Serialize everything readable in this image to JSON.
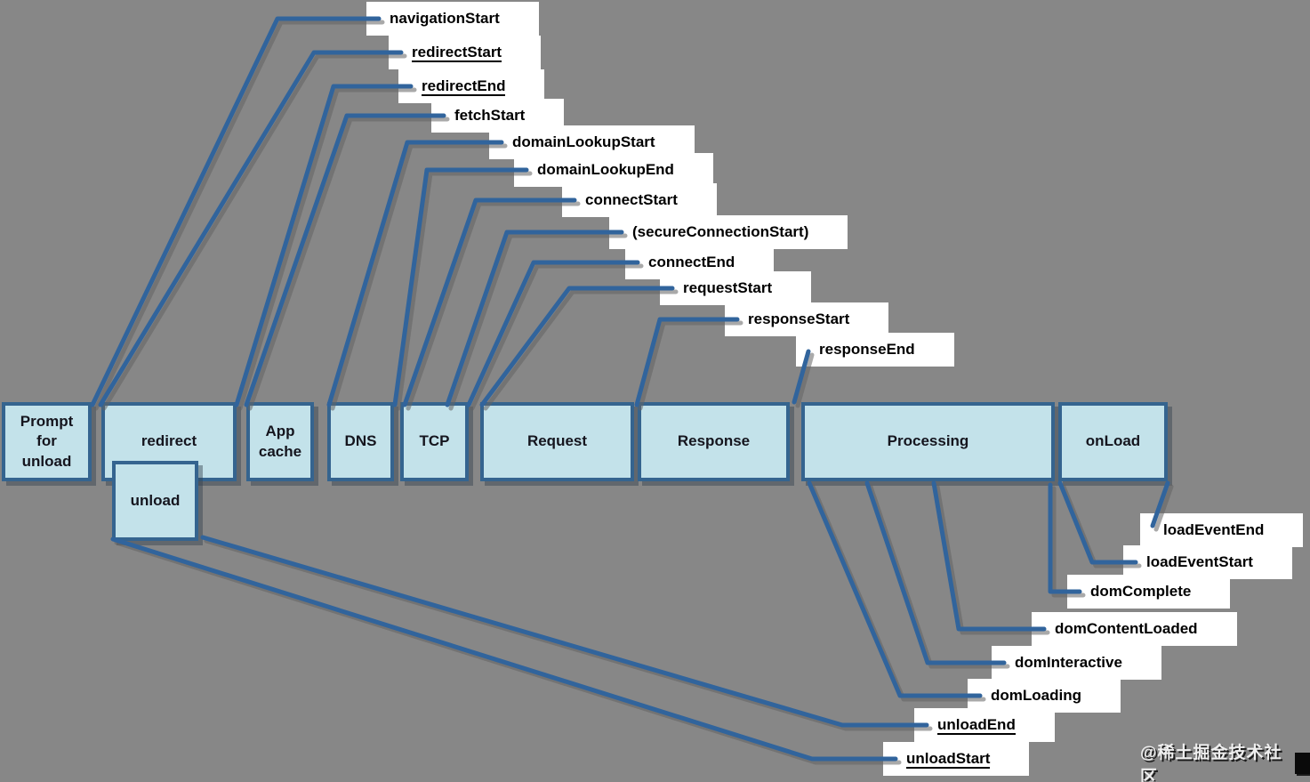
{
  "colors": {
    "background": "#878787",
    "phase_fill": "#c3e2ea",
    "phase_border": "#35648f",
    "line_blue": "#31649c",
    "line_shadow_gray": "#646464",
    "label_bg": "#ffffff",
    "label_text": "#000000"
  },
  "phases": {
    "prompt_for_unload": {
      "label": "Prompt for unload"
    },
    "redirect": {
      "label": "redirect"
    },
    "unload": {
      "label": "unload"
    },
    "app_cache": {
      "label": "App cache"
    },
    "dns": {
      "label": "DNS"
    },
    "tcp": {
      "label": "TCP"
    },
    "request": {
      "label": "Request"
    },
    "response": {
      "label": "Response"
    },
    "processing": {
      "label": "Processing"
    },
    "onload": {
      "label": "onLoad"
    }
  },
  "events": {
    "navigationStart": {
      "label": "navigationStart",
      "underline": false
    },
    "redirectStart": {
      "label": "redirectStart",
      "underline": true
    },
    "redirectEnd": {
      "label": "redirectEnd",
      "underline": true
    },
    "fetchStart": {
      "label": "fetchStart",
      "underline": false
    },
    "domainLookupStart": {
      "label": "domainLookupStart",
      "underline": false
    },
    "domainLookupEnd": {
      "label": "domainLookupEnd",
      "underline": false
    },
    "connectStart": {
      "label": "connectStart",
      "underline": false
    },
    "secureConnectionStart": {
      "label": "(secureConnectionStart)",
      "underline": false
    },
    "connectEnd": {
      "label": "connectEnd",
      "underline": false
    },
    "requestStart": {
      "label": "requestStart",
      "underline": false
    },
    "responseStart": {
      "label": "responseStart",
      "underline": false
    },
    "responseEnd": {
      "label": "responseEnd",
      "underline": false
    },
    "loadEventEnd": {
      "label": "loadEventEnd",
      "underline": false
    },
    "loadEventStart": {
      "label": "loadEventStart",
      "underline": false
    },
    "domComplete": {
      "label": "domComplete",
      "underline": false
    },
    "domContentLoaded": {
      "label": "domContentLoaded",
      "underline": false
    },
    "domInteractive": {
      "label": "domInteractive",
      "underline": false
    },
    "domLoading": {
      "label": "domLoading",
      "underline": false
    },
    "unloadEnd": {
      "label": "unloadEnd",
      "underline": true
    },
    "unloadStart": {
      "label": "unloadStart",
      "underline": true
    }
  },
  "watermark": {
    "text": "@稀土掘金技术社区"
  }
}
